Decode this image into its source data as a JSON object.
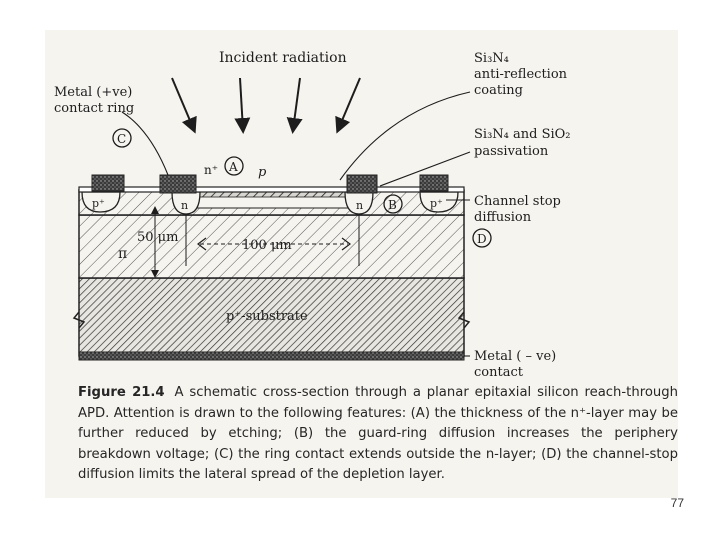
{
  "diagram": {
    "incident_radiation": "Incident radiation",
    "metal_pos_contact": [
      "Metal (+ve)",
      "contact ring"
    ],
    "si3n4_arc": [
      "Si₃N₄",
      "anti-reflection",
      "coating"
    ],
    "passivation": [
      "Si₃N₄ and SiO₂",
      "passivation"
    ],
    "channel_stop": [
      "Channel stop",
      "diffusion"
    ],
    "metal_neg_contact": [
      "Metal ( – ve)",
      "contact"
    ],
    "marker_a": "A",
    "marker_b": "B",
    "marker_c": "C",
    "marker_d": "D",
    "n_plus": "n⁺",
    "p_layer": "p",
    "p_plus_left": "p⁺",
    "p_plus_right": "p⁺",
    "n_guard_left": "n",
    "n_guard_right": "n",
    "pi_region": "π",
    "dim_50": "50 μm",
    "dim_100": "100 μm",
    "substrate": "p⁺-substrate"
  },
  "caption": {
    "figure_label": "Figure 21.4",
    "text": "A schematic cross-section through a planar epitaxial silicon reach-through APD. Attention is drawn to the following features: (A) the thickness of the n⁺-layer may be further reduced by etching; (B) the guard-ring diffusion increases the periphery breakdown voltage; (C) the ring contact extends outside the n-layer; (D) the channel-stop diffusion limits the lateral spread of the depletion layer."
  },
  "page_number": "77"
}
